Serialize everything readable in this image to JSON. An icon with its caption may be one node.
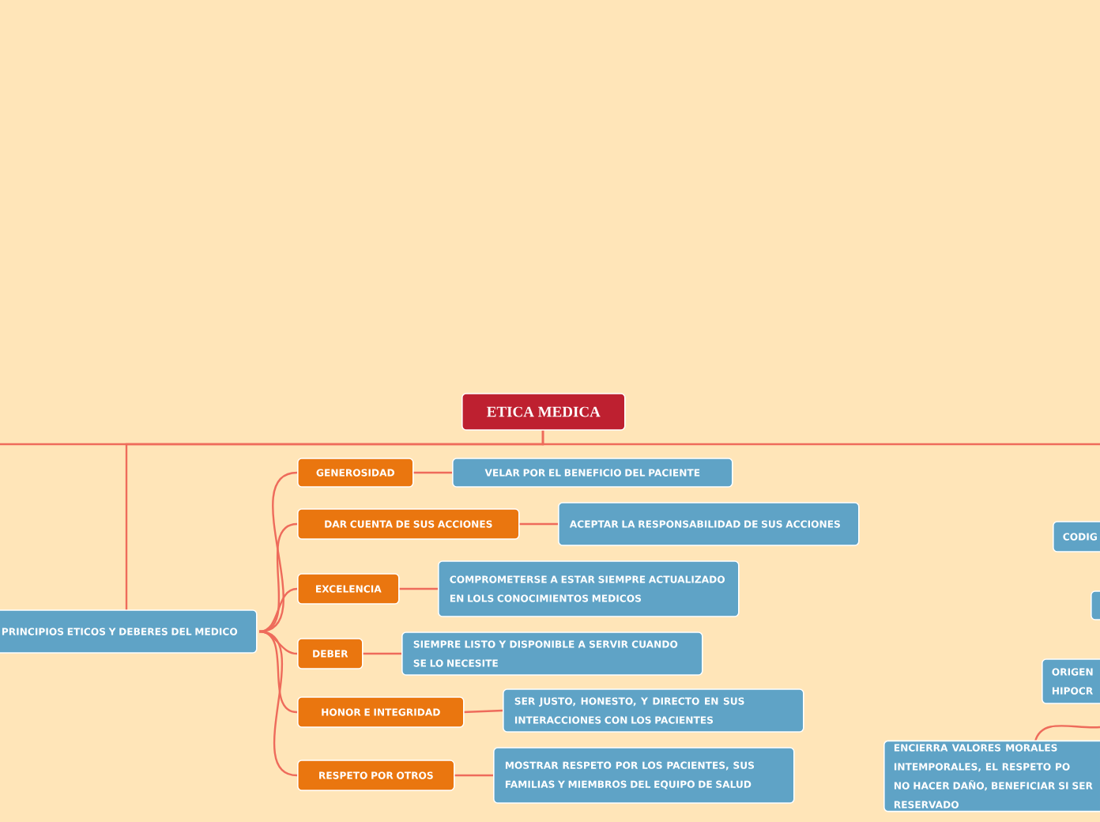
{
  "diagram": {
    "nodes": [
      {
        "text": [
          "ETICA MEDICA"
        ]
      },
      {
        "text": [
          "PRINCIPIOS ETICOS Y DEBERES DEL MEDICO"
        ]
      },
      {
        "text": [
          "GENEROSIDAD"
        ]
      },
      {
        "text": [
          "VELAR POR EL BENEFICIO DEL PACIENTE"
        ]
      },
      {
        "text": [
          "DAR CUENTA DE SUS ACCIONES"
        ]
      },
      {
        "text": [
          "ACEPTAR LA RESPONSABILIDAD DE SUS ACCIONES"
        ]
      },
      {
        "text": [
          "EXCELENCIA"
        ]
      },
      {
        "text": [
          "COMPROMETERSE A ESTAR SIEMPRE ACTUALIZADO EN LOLS CONOCIMIENTOS MEDICOS"
        ]
      },
      {
        "text": [
          "DEBER"
        ]
      },
      {
        "text": [
          "SIEMPRE LISTO Y DISPONIBLE A SERVIR CUANDO SE LO NECESITE"
        ]
      },
      {
        "text": [
          "HONOR E INTEGRIDAD"
        ]
      },
      {
        "text": [
          "SER JUSTO, HONESTO, Y DIRECTO EN SUS INTERACCIONES CON LOS PACIENTES"
        ]
      },
      {
        "text": [
          "RESPETO POR OTROS"
        ]
      },
      {
        "text": [
          "MOSTRAR RESPETO POR LOS PACIENTES, SUS FAMILIAS Y MIEMBROS DEL EQUIPO DE SALUD"
        ]
      },
      {
        "text": [
          "CODIG"
        ]
      },
      {
        "text": [],
        "shape": "box"
      },
      {
        "text": [
          "ORIGEN HIPOCR"
        ]
      },
      {
        "text": [
          "ENCIERRA VALORES MORALES INTEMPORALES, EL RESPETO PO NO HACER DAÑO, BENEFICIAR SI SER RESERVADO"
        ]
      }
    ],
    "edges": [
      {
        "from": 0,
        "to": 1,
        "arrow": "none"
      },
      {
        "from": 0,
        "to": null,
        "arrow": "none"
      },
      {
        "from": 0,
        "to": null,
        "arrow": "none"
      },
      {
        "from": 1,
        "to": 2,
        "arrow": "none"
      },
      {
        "from": 1,
        "to": 4,
        "arrow": "none"
      },
      {
        "from": 1,
        "to": 6,
        "arrow": "none"
      },
      {
        "from": 1,
        "to": 8,
        "arrow": "none"
      },
      {
        "from": 1,
        "to": 10,
        "arrow": "none"
      },
      {
        "from": 1,
        "to": 12,
        "arrow": "none"
      },
      {
        "from": 2,
        "to": 3,
        "arrow": "none"
      },
      {
        "from": 4,
        "to": 5,
        "arrow": "none"
      },
      {
        "from": 6,
        "to": 7,
        "arrow": "none"
      },
      {
        "from": 8,
        "to": 9,
        "arrow": "none"
      },
      {
        "from": 10,
        "to": 11,
        "arrow": "none"
      },
      {
        "from": 12,
        "to": 13,
        "arrow": "none"
      },
      {
        "from": 17,
        "to": null,
        "arrow": "none"
      }
    ]
  }
}
